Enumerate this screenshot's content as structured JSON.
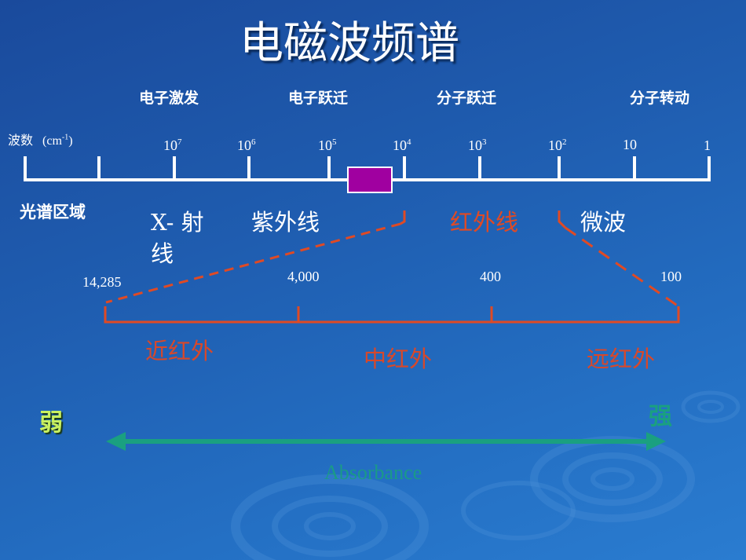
{
  "title": "电磁波频谱",
  "transitions": [
    "电子激发",
    "电子跃迁",
    "分子跃迁",
    "分子转动"
  ],
  "unit": {
    "label": "波数",
    "unit_base": "(cm",
    "unit_exp": "-1",
    "unit_close": ")"
  },
  "ticks": [
    {
      "base": "10",
      "exp": "7"
    },
    {
      "base": "10",
      "exp": "6"
    },
    {
      "base": "10",
      "exp": "5"
    },
    {
      "base": "10",
      "exp": "4"
    },
    {
      "base": "10",
      "exp": "3"
    },
    {
      "base": "10",
      "exp": "2"
    },
    {
      "base": "10",
      "exp": ""
    },
    {
      "base": "1",
      "exp": ""
    }
  ],
  "region_label": "光谱区域",
  "regions": {
    "xray": "X- 射",
    "xray_2": "线",
    "uv": "紫外线",
    "ir": "红外线",
    "microwave": "微波"
  },
  "ir_numbers": [
    "14,285",
    "4,000",
    "400",
    "100"
  ],
  "ir_regions": [
    "近红外",
    "中红外",
    "远红外"
  ],
  "weak": "弱",
  "strong": "强",
  "absorbance": "Absorbance",
  "colors": {
    "visible_box": "#a000a0",
    "ir_bracket": "#e04a24",
    "arrow": "#1aa080"
  }
}
